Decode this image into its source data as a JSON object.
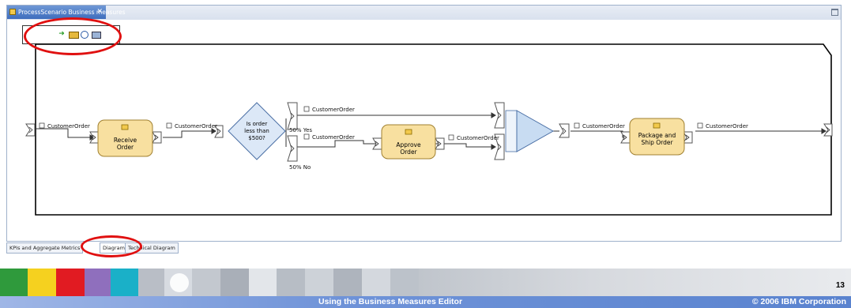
{
  "editor": {
    "tab_title": "ProcessScenario Business measures",
    "close_glyph": "✕",
    "palette_icons": [
      "connect-arrow-icon",
      "ruler-icon",
      "timer-icon",
      "monitor-icon"
    ]
  },
  "diagram": {
    "data_object": "CustomerOrder",
    "decision": [
      "Is order",
      "less than",
      "$500?"
    ],
    "branch_yes": "50% Yes",
    "branch_no": "50% No",
    "tasks": {
      "receive": [
        "Receive",
        "Order"
      ],
      "approve": [
        "Approve",
        "Order"
      ],
      "package": [
        "Package and",
        "Ship Order"
      ]
    }
  },
  "bottom_tabs": [
    "KPIs and Aggregate Metrics",
    "Diagram",
    "Technical Diagram"
  ],
  "footer": {
    "title": "Using the Business Measures Editor",
    "copyright": "© 2006 IBM Corporation",
    "page_number": "13"
  },
  "colors": {
    "annotation": "#e01010",
    "task_fill": "#f8e0a0",
    "decision_fill": "#dce8f7",
    "merge_fill": "#c8dcf2",
    "footer_strip": "#6f93d8"
  }
}
